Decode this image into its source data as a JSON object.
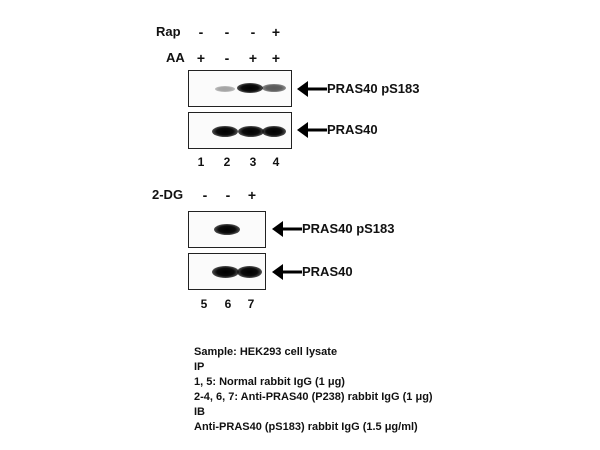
{
  "top_panel": {
    "rap_label": "Rap",
    "aa_label": "AA",
    "rap_signs": [
      "-",
      "-",
      "-",
      "+"
    ],
    "aa_signs": [
      "+",
      "-",
      "+",
      "+"
    ],
    "blot1_label": "PRAS40 pS183",
    "blot2_label": "PRAS40",
    "blot1_band_intensity": [
      0,
      0.35,
      1.0,
      0.55
    ],
    "blot2_band_intensity": [
      0,
      1.0,
      1.0,
      1.0
    ],
    "lanes": [
      "1",
      "2",
      "3",
      "4"
    ]
  },
  "bottom_panel": {
    "dg_label": "2-DG",
    "dg_signs": [
      "-",
      "-",
      "+"
    ],
    "blot1_label": "PRAS40 pS183",
    "blot2_label": "PRAS40",
    "blot1_band_intensity": [
      0,
      1.0,
      0.05
    ],
    "blot2_band_intensity": [
      0,
      1.0,
      1.0
    ],
    "lanes": [
      "5",
      "6",
      "7"
    ]
  },
  "legend": {
    "sample": "Sample: HEK293 cell lysate",
    "ip_header": "IP",
    "ip_line1": "1, 5: Normal rabbit IgG (1 μg)",
    "ip_line2": "2-4, 6, 7: Anti-PRAS40 (P238) rabbit IgG (1 μg)",
    "ib_header": "IB",
    "ib_line1": "Anti-PRAS40 (pS183) rabbit IgG (1.5 μg/ml)"
  }
}
